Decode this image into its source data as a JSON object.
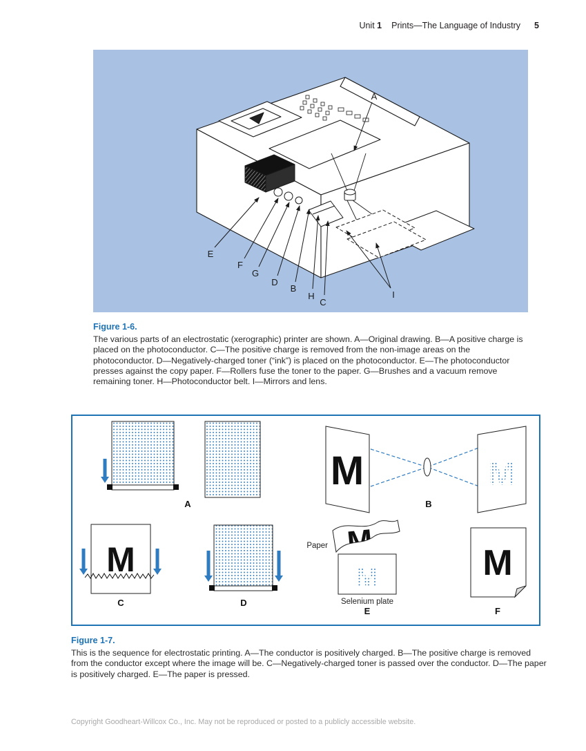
{
  "header": {
    "unit_label": "Unit",
    "unit_number": "1",
    "title": "Prints—The Language of Industry",
    "page_number": "5"
  },
  "figure_1_6": {
    "caption_title": "Figure 1-6.",
    "caption_text": "The various parts of an electrostatic (xerographic) printer are shown. A—Original drawing. B—A positive charge is placed on the photoconductor. C—The positive charge is removed from the non-image areas on the photoconductor. D—Negatively-charged toner (“ink”) is placed on the photoconductor. E—The photoconductor presses against the copy paper. F—Rollers fuse the toner to the paper. G—Brushes and a vacuum remove remaining toner. H—Photoconductor belt. I—Mirrors and lens.",
    "labels": [
      "A",
      "B",
      "C",
      "D",
      "E",
      "F",
      "G",
      "H",
      "I"
    ]
  },
  "figure_1_7": {
    "caption_title": "Figure 1-7.",
    "caption_text": "This is the sequence for electrostatic printing. A—The conductor is positively charged. B—The positive charge is removed from the conductor except where the image will be. C—Negatively-charged toner is passed over the conductor. D—The paper is positively charged. E—The paper is pressed.",
    "panel_labels": [
      "A",
      "B",
      "C",
      "D",
      "E",
      "F"
    ],
    "annotations": {
      "paper": "Paper",
      "selenium_plate": "Selenium plate"
    },
    "image_letter": "M"
  },
  "footer": {
    "copyright": "Copyright Goodheart-Willcox Co., Inc. May not be reproduced or posted to a publicly accessible website."
  },
  "colors": {
    "figure_background": "#a9c2e4",
    "accent_blue": "#1e73b5",
    "diagram_blue": "#2f7cc0"
  }
}
